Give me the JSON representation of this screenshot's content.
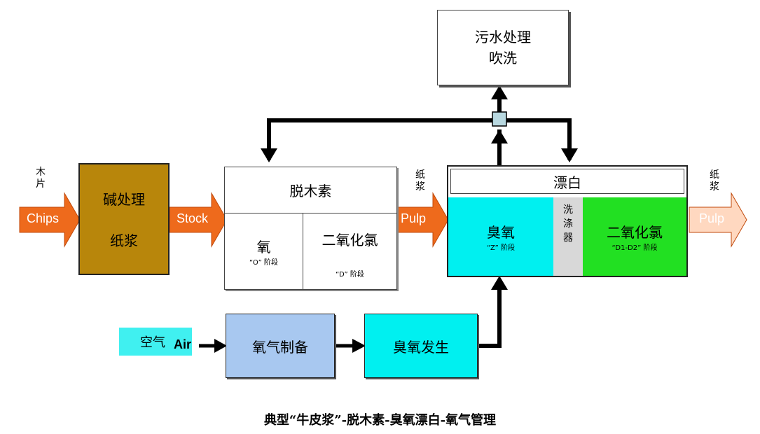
{
  "top_box": {
    "line1": "污水处理",
    "line2": "吹洗"
  },
  "input": {
    "label_char1": "木",
    "label_char2": "片",
    "arrow_text": "Chips"
  },
  "alkali_box": {
    "line1": "碱处理",
    "line2": "纸浆"
  },
  "stock_arrow": "Stock",
  "delig": {
    "title": "脱木素",
    "oxygen": "氧",
    "oxygen_stage": "“O” 阶段",
    "chlorine_dioxide": "二氧化氯",
    "chlorine_dioxide_stage": "“D” 阶段"
  },
  "mid_label": {
    "char1": "纸",
    "char2": "浆",
    "arrow_text": "Pulp"
  },
  "bleach": {
    "title": "漂白",
    "ozone": "臭氧",
    "ozone_stage": "“Z” 阶段",
    "washer_char1": "洗",
    "washer_char2": "涤",
    "washer_char3": "器",
    "chlorine_dioxide": "二氧化氯",
    "chlorine_dioxide_stage": "“D1-D2” 阶段"
  },
  "output": {
    "char1": "纸",
    "char2": "浆",
    "arrow_text": "Pulp"
  },
  "air": {
    "cn": "空气",
    "en": "Air"
  },
  "oxygen_prep": "氧气制备",
  "ozone_gen": "臭氧发生",
  "caption": "典型“牛皮浆”-脱木素-臭氧漂白-氧气管理",
  "colors": {
    "orange_arrow": "#ee6a1c",
    "alkali": "#b8860b",
    "cyan": "#00f0f0",
    "washer_gray": "#d8d8d8",
    "green": "#22e022",
    "oxygen_prep": "#a8c8f0",
    "output_arrow": "#ffd8c0",
    "air_bg": "#40f0f0"
  }
}
